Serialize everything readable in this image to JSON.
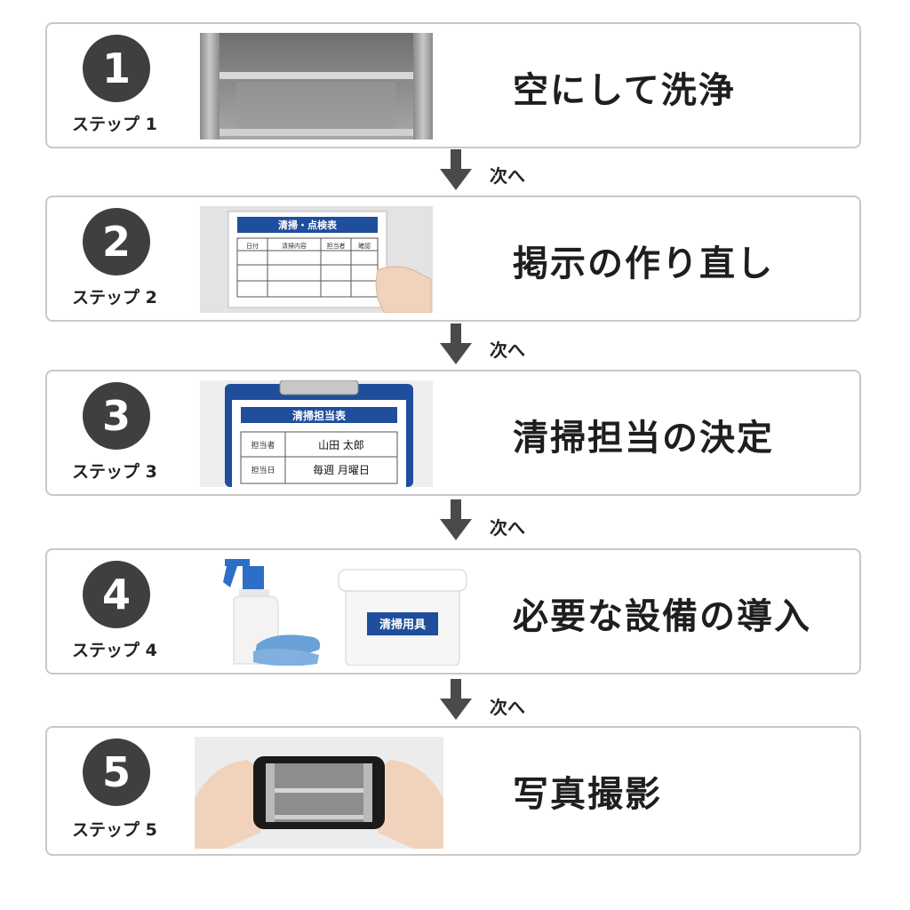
{
  "steps": [
    {
      "number": "1",
      "label": "ステップ 1",
      "title": "空にして洗浄",
      "icon": "empty-shelf-photo"
    },
    {
      "number": "2",
      "label": "ステップ 2",
      "title": "掲示の作り直し",
      "icon": "checklist-sheet-photo",
      "sheet": {
        "title": "清掃・点検表",
        "columns": [
          "日付",
          "清掃内容",
          "担当者",
          "確認"
        ]
      }
    },
    {
      "number": "3",
      "label": "ステップ 3",
      "title": "清掃担当の決定",
      "icon": "clipboard-photo",
      "board": {
        "title": "清掃担当表",
        "rows": [
          {
            "key": "担当者",
            "value": "山田 太郎"
          },
          {
            "key": "担当日",
            "value": "毎週 月曜日"
          }
        ]
      }
    },
    {
      "number": "4",
      "label": "ステップ 4",
      "title": "必要な設備の導入",
      "icon": "cleaning-supplies-photo",
      "box_label": "清掃用具"
    },
    {
      "number": "5",
      "label": "ステップ 5",
      "title": "写真撮影",
      "icon": "smartphone-photo"
    }
  ],
  "arrow_label": "次へ",
  "colors": {
    "circle": "#3f3f3f",
    "border": "#c9c9c9",
    "arrow": "#4a4a4a",
    "sign_blue": "#1f4e9c"
  }
}
